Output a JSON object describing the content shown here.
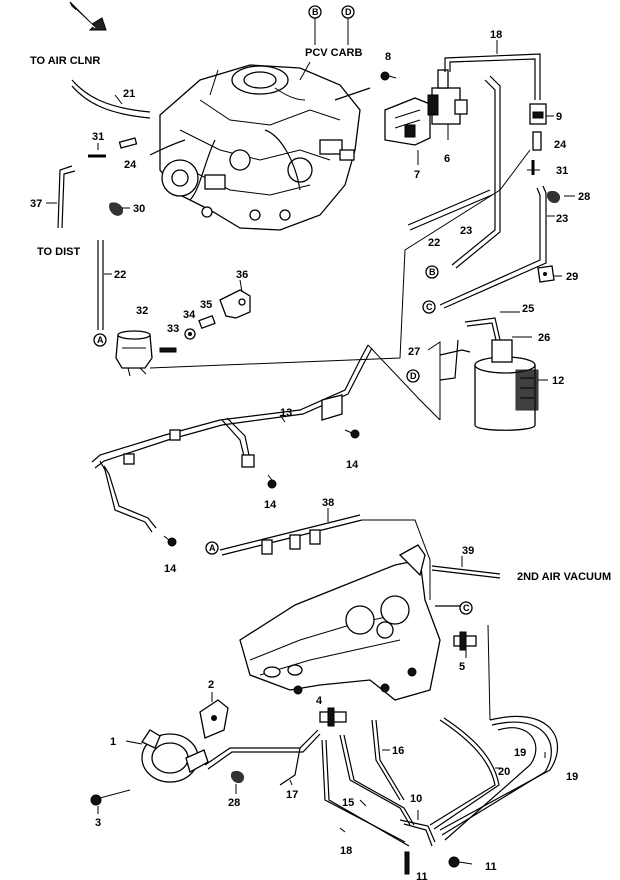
{
  "captions": {
    "to_air_clnr": "TO AIR CLNR",
    "to_dist": "TO DIST",
    "pcv_carb": "PCV CARB",
    "second_air_vacuum": "2ND AIR VACUUM"
  },
  "ref_markers": {
    "pcv_letter": "B",
    "carb_letter": "D",
    "a": "A",
    "b": "B",
    "c": "C",
    "d": "D"
  },
  "part_numbers": {
    "p1": "1",
    "p2": "2",
    "p3": "3",
    "p4": "4",
    "p5": "5",
    "p6": "6",
    "p7": "7",
    "p8": "8",
    "p9": "9",
    "p10": "10",
    "p11": "11",
    "p12": "12",
    "p13": "13",
    "p14": "14",
    "p15": "15",
    "p16": "16",
    "p17": "17",
    "p18": "18",
    "p19": "19",
    "p20": "20",
    "p21": "21",
    "p22": "22",
    "p23": "23",
    "p24": "24",
    "p25": "25",
    "p26": "26",
    "p27": "27",
    "p28": "28",
    "p29": "29",
    "p30": "30",
    "p31": "31",
    "p32": "32",
    "p33": "33",
    "p34": "34",
    "p35": "35",
    "p36": "36",
    "p37": "37",
    "p38": "38",
    "p39": "39"
  },
  "icons": {
    "front_arrow": "front-arrow-icon"
  }
}
